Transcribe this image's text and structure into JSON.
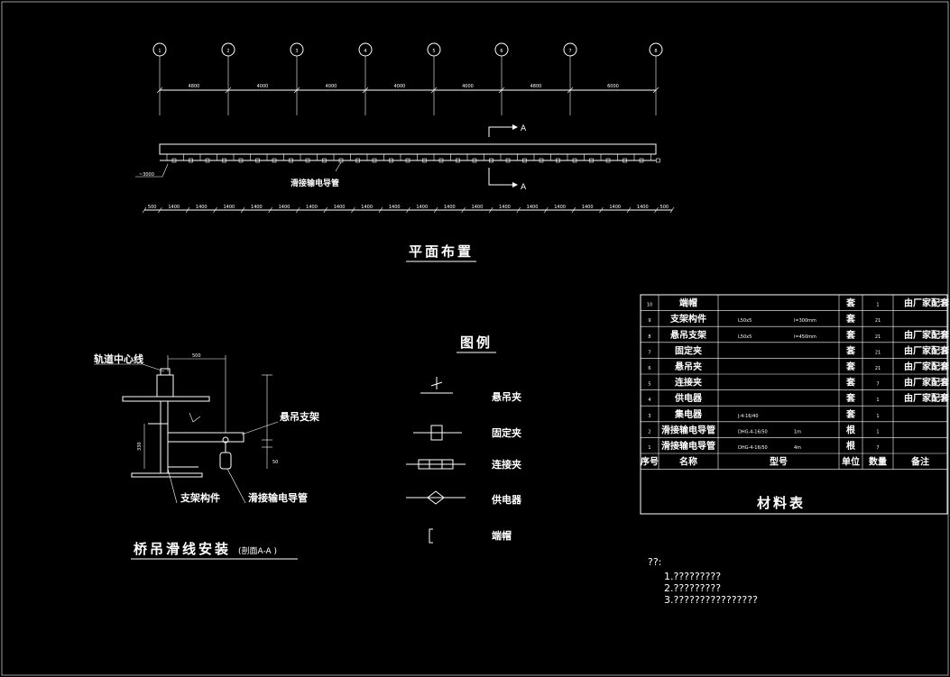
{
  "plan": {
    "axis_labels": [
      "1",
      "2",
      "3",
      "4",
      "5",
      "6",
      "7",
      "8"
    ],
    "bay_dims": [
      "4800",
      "4000",
      "4000",
      "4000",
      "4000",
      "4800",
      "6000"
    ],
    "section_marker": "A",
    "elev_note": "~3000",
    "conductor_label": "滑接输电导管",
    "bottom_dims": [
      "500",
      "1400",
      "1400",
      "1400",
      "1400",
      "1400",
      "1400",
      "1400",
      "1400",
      "1400",
      "1400",
      "1400",
      "1400",
      "1400",
      "1400",
      "1400",
      "1400",
      "1400",
      "1400",
      "500"
    ],
    "title": "平面布置"
  },
  "section": {
    "track_center_label": "轨道中心线",
    "dim_top": "500",
    "dim_left": "330",
    "dim_small": "50",
    "hanger_label": "悬吊支架",
    "bracket_label": "支架构件",
    "conductor_label": "滑接输电导管",
    "title": "桥吊滑线安装",
    "title_suffix": "(剖面A-A )"
  },
  "legend": {
    "title": "图例",
    "items": [
      "悬吊夹",
      "固定夹",
      "连接夹",
      "供电器",
      "端帽"
    ]
  },
  "table": {
    "title": "材料表",
    "header": [
      "序号",
      "名称",
      "型号",
      "单位",
      "数量",
      "备注"
    ],
    "rows": [
      {
        "no": "10",
        "name": "端帽",
        "model": "",
        "spec": "",
        "unit": "套",
        "qty": "1",
        "note": "由厂家配套"
      },
      {
        "no": "9",
        "name": "支架构件",
        "model": "L50x5",
        "spec": "l=300mm",
        "unit": "套",
        "qty": "21",
        "note": ""
      },
      {
        "no": "8",
        "name": "悬吊支架",
        "model": "L50x5",
        "spec": "l=450mm",
        "unit": "套",
        "qty": "21",
        "note": "由厂家配套"
      },
      {
        "no": "7",
        "name": "固定夹",
        "model": "",
        "spec": "",
        "unit": "套",
        "qty": "21",
        "note": "由厂家配套"
      },
      {
        "no": "6",
        "name": "悬吊夹",
        "model": "",
        "spec": "",
        "unit": "套",
        "qty": "21",
        "note": "由厂家配套"
      },
      {
        "no": "5",
        "name": "连接夹",
        "model": "",
        "spec": "",
        "unit": "套",
        "qty": "7",
        "note": "由厂家配套"
      },
      {
        "no": "4",
        "name": "供电器",
        "model": "",
        "spec": "",
        "unit": "套",
        "qty": "1",
        "note": "由厂家配套"
      },
      {
        "no": "3",
        "name": "集电器",
        "model": "J-4-16/40",
        "spec": "",
        "unit": "套",
        "qty": "1",
        "note": ""
      },
      {
        "no": "2",
        "name": "滑接输电导管",
        "model": "DHG-4-16/50",
        "spec": "1m",
        "unit": "根",
        "qty": "1",
        "note": ""
      },
      {
        "no": "1",
        "name": "滑接输电导管",
        "model": "DHG-4-16/50",
        "spec": "4m",
        "unit": "根",
        "qty": "7",
        "note": ""
      }
    ]
  },
  "notes": {
    "heading": "??:",
    "lines": [
      "1.?????????",
      "2.?????????",
      "3.????????????????"
    ]
  }
}
